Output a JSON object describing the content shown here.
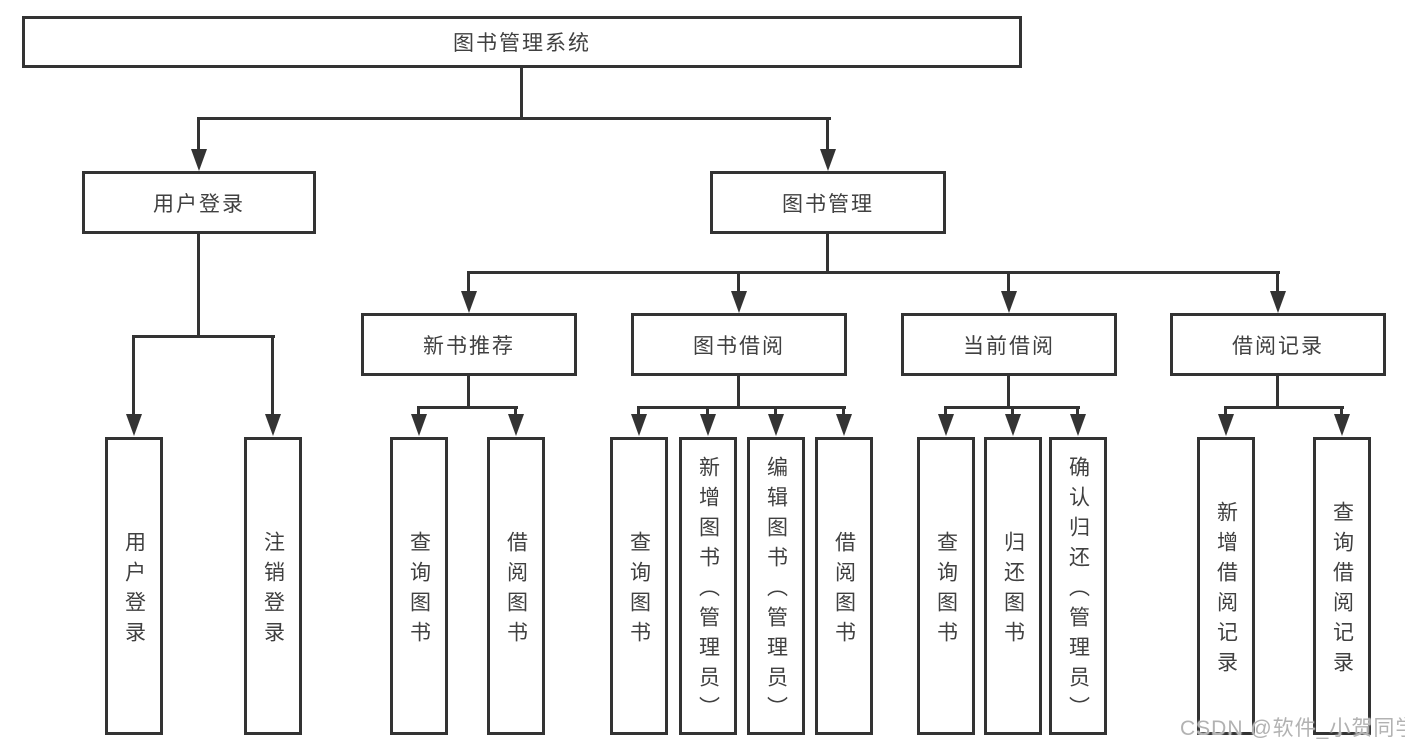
{
  "watermark": "CSDN @软件_小贺同学",
  "colors": {
    "line": "#333333",
    "text": "#404040",
    "background": "#ffffff",
    "watermark": "#b2b2b2"
  },
  "tree": {
    "label": "图书管理系统",
    "children": [
      {
        "label": "用户登录",
        "children": [
          {
            "label": "用户登录"
          },
          {
            "label": "注销登录"
          }
        ]
      },
      {
        "label": "图书管理",
        "children": [
          {
            "label": "新书推荐",
            "children": [
              {
                "label": "查询图书"
              },
              {
                "label": "借阅图书"
              }
            ]
          },
          {
            "label": "图书借阅",
            "children": [
              {
                "label": "查询图书"
              },
              {
                "label": "新增图书（管理员）"
              },
              {
                "label": "编辑图书（管理员）"
              },
              {
                "label": "借阅图书"
              }
            ]
          },
          {
            "label": "当前借阅",
            "children": [
              {
                "label": "查询图书"
              },
              {
                "label": "归还图书"
              },
              {
                "label": "确认归还（管理员）"
              }
            ]
          },
          {
            "label": "借阅记录",
            "children": [
              {
                "label": "新增借阅记录"
              },
              {
                "label": "查询借阅记录"
              }
            ]
          }
        ]
      }
    ]
  }
}
